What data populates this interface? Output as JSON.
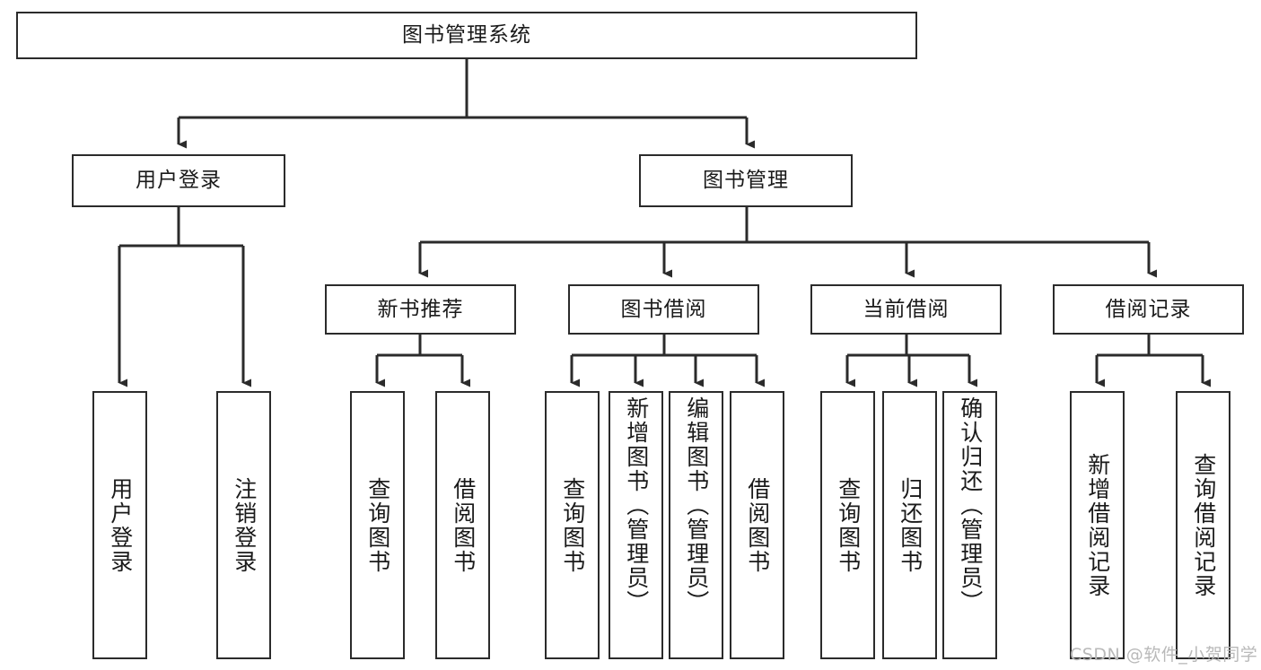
{
  "diagram": {
    "type": "tree-hierarchy-chart",
    "title": "图书管理系统",
    "orientation": "top-down",
    "line_color": "#2b2b2b",
    "box_fill": "#ffffff",
    "text_color": "#1a1a1a"
  },
  "root": {
    "label": "图书管理系统"
  },
  "level2": [
    {
      "label": "用户登录"
    },
    {
      "label": "图书管理"
    }
  ],
  "level3": [
    {
      "label": "新书推荐"
    },
    {
      "label": "图书借阅"
    },
    {
      "label": "当前借阅"
    },
    {
      "label": "借阅记录"
    }
  ],
  "leaves": {
    "user_login": [
      {
        "label": "用户登录"
      },
      {
        "label": "注销登录"
      }
    ],
    "new_book_recommend": [
      {
        "label": "查询图书"
      },
      {
        "label": "借阅图书"
      }
    ],
    "book_borrow": [
      {
        "label": "查询图书"
      },
      {
        "label": "新增图书（管理员）"
      },
      {
        "label": "编辑图书（管理员）"
      },
      {
        "label": "借阅图书"
      }
    ],
    "current_borrow": [
      {
        "label": "查询图书"
      },
      {
        "label": "归还图书"
      },
      {
        "label": "确认归还（管理员）"
      }
    ],
    "borrow_record": [
      {
        "label": "新增借阅记录"
      },
      {
        "label": "查询借阅记录"
      }
    ]
  },
  "watermark": {
    "text": "CSDN @软件_小贺同学",
    "color": "#b9b9b9"
  },
  "chart_data": {
    "type": "table",
    "title": "图书管理系统 功能结构图",
    "nodes": [
      {
        "id": "root",
        "label": "图书管理系统",
        "level": 0,
        "parent": null
      },
      {
        "id": "n1",
        "label": "用户登录",
        "level": 1,
        "parent": "root"
      },
      {
        "id": "n2",
        "label": "图书管理",
        "level": 1,
        "parent": "root"
      },
      {
        "id": "n1a",
        "label": "用户登录",
        "level": 2,
        "parent": "n1"
      },
      {
        "id": "n1b",
        "label": "注销登录",
        "level": 2,
        "parent": "n1"
      },
      {
        "id": "n2a",
        "label": "新书推荐",
        "level": 2,
        "parent": "n2"
      },
      {
        "id": "n2b",
        "label": "图书借阅",
        "level": 2,
        "parent": "n2"
      },
      {
        "id": "n2c",
        "label": "当前借阅",
        "level": 2,
        "parent": "n2"
      },
      {
        "id": "n2d",
        "label": "借阅记录",
        "level": 2,
        "parent": "n2"
      },
      {
        "id": "n2a1",
        "label": "查询图书",
        "level": 3,
        "parent": "n2a"
      },
      {
        "id": "n2a2",
        "label": "借阅图书",
        "level": 3,
        "parent": "n2a"
      },
      {
        "id": "n2b1",
        "label": "查询图书",
        "level": 3,
        "parent": "n2b"
      },
      {
        "id": "n2b2",
        "label": "新增图书（管理员）",
        "level": 3,
        "parent": "n2b"
      },
      {
        "id": "n2b3",
        "label": "编辑图书（管理员）",
        "level": 3,
        "parent": "n2b"
      },
      {
        "id": "n2b4",
        "label": "借阅图书",
        "level": 3,
        "parent": "n2b"
      },
      {
        "id": "n2c1",
        "label": "查询图书",
        "level": 3,
        "parent": "n2c"
      },
      {
        "id": "n2c2",
        "label": "归还图书",
        "level": 3,
        "parent": "n2c"
      },
      {
        "id": "n2c3",
        "label": "确认归还（管理员）",
        "level": 3,
        "parent": "n2c"
      },
      {
        "id": "n2d1",
        "label": "新增借阅记录",
        "level": 3,
        "parent": "n2d"
      },
      {
        "id": "n2d2",
        "label": "查询借阅记录",
        "level": 3,
        "parent": "n2d"
      }
    ]
  }
}
